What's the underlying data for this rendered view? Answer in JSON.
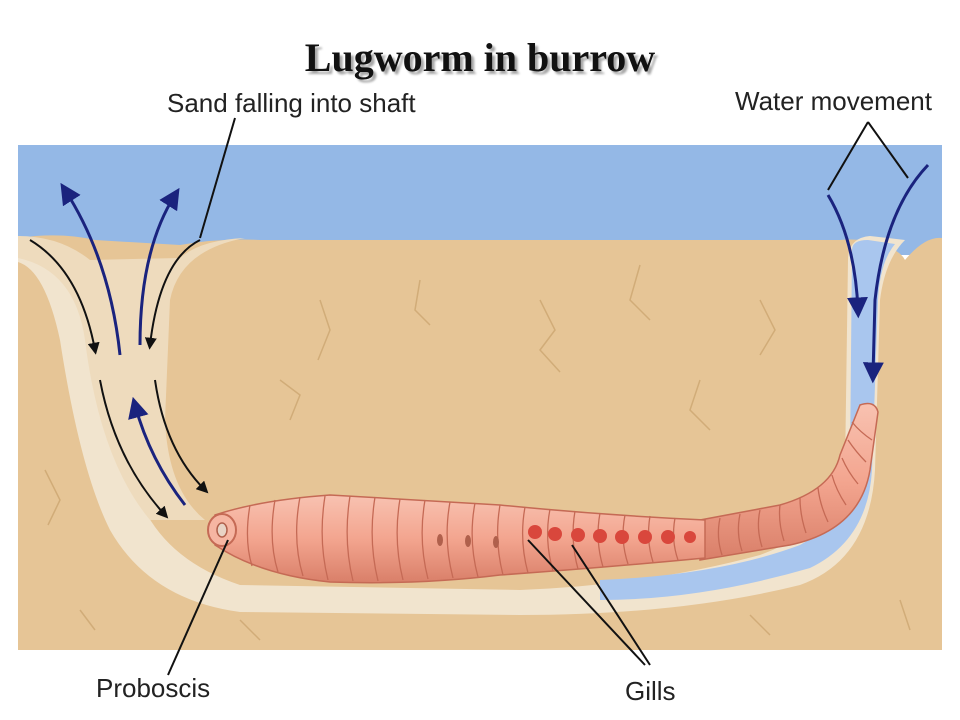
{
  "title": "Lugworm in burrow",
  "labels": {
    "sand_falling": "Sand falling into shaft",
    "water_movement": "Water movement",
    "proboscis": "Proboscis",
    "gills": "Gills"
  },
  "colors": {
    "water": "#94b8e6",
    "sediment": "#e6c596",
    "burrow_lining": "#f1e4ce",
    "burrow_water": "#a9c6ee",
    "worm": "#f3a58f",
    "worm_ring": "#c56a55",
    "gill": "#d9473c",
    "arrow_blue": "#1a237e",
    "arrow_black": "#111111",
    "crack": "#d1ac78"
  }
}
